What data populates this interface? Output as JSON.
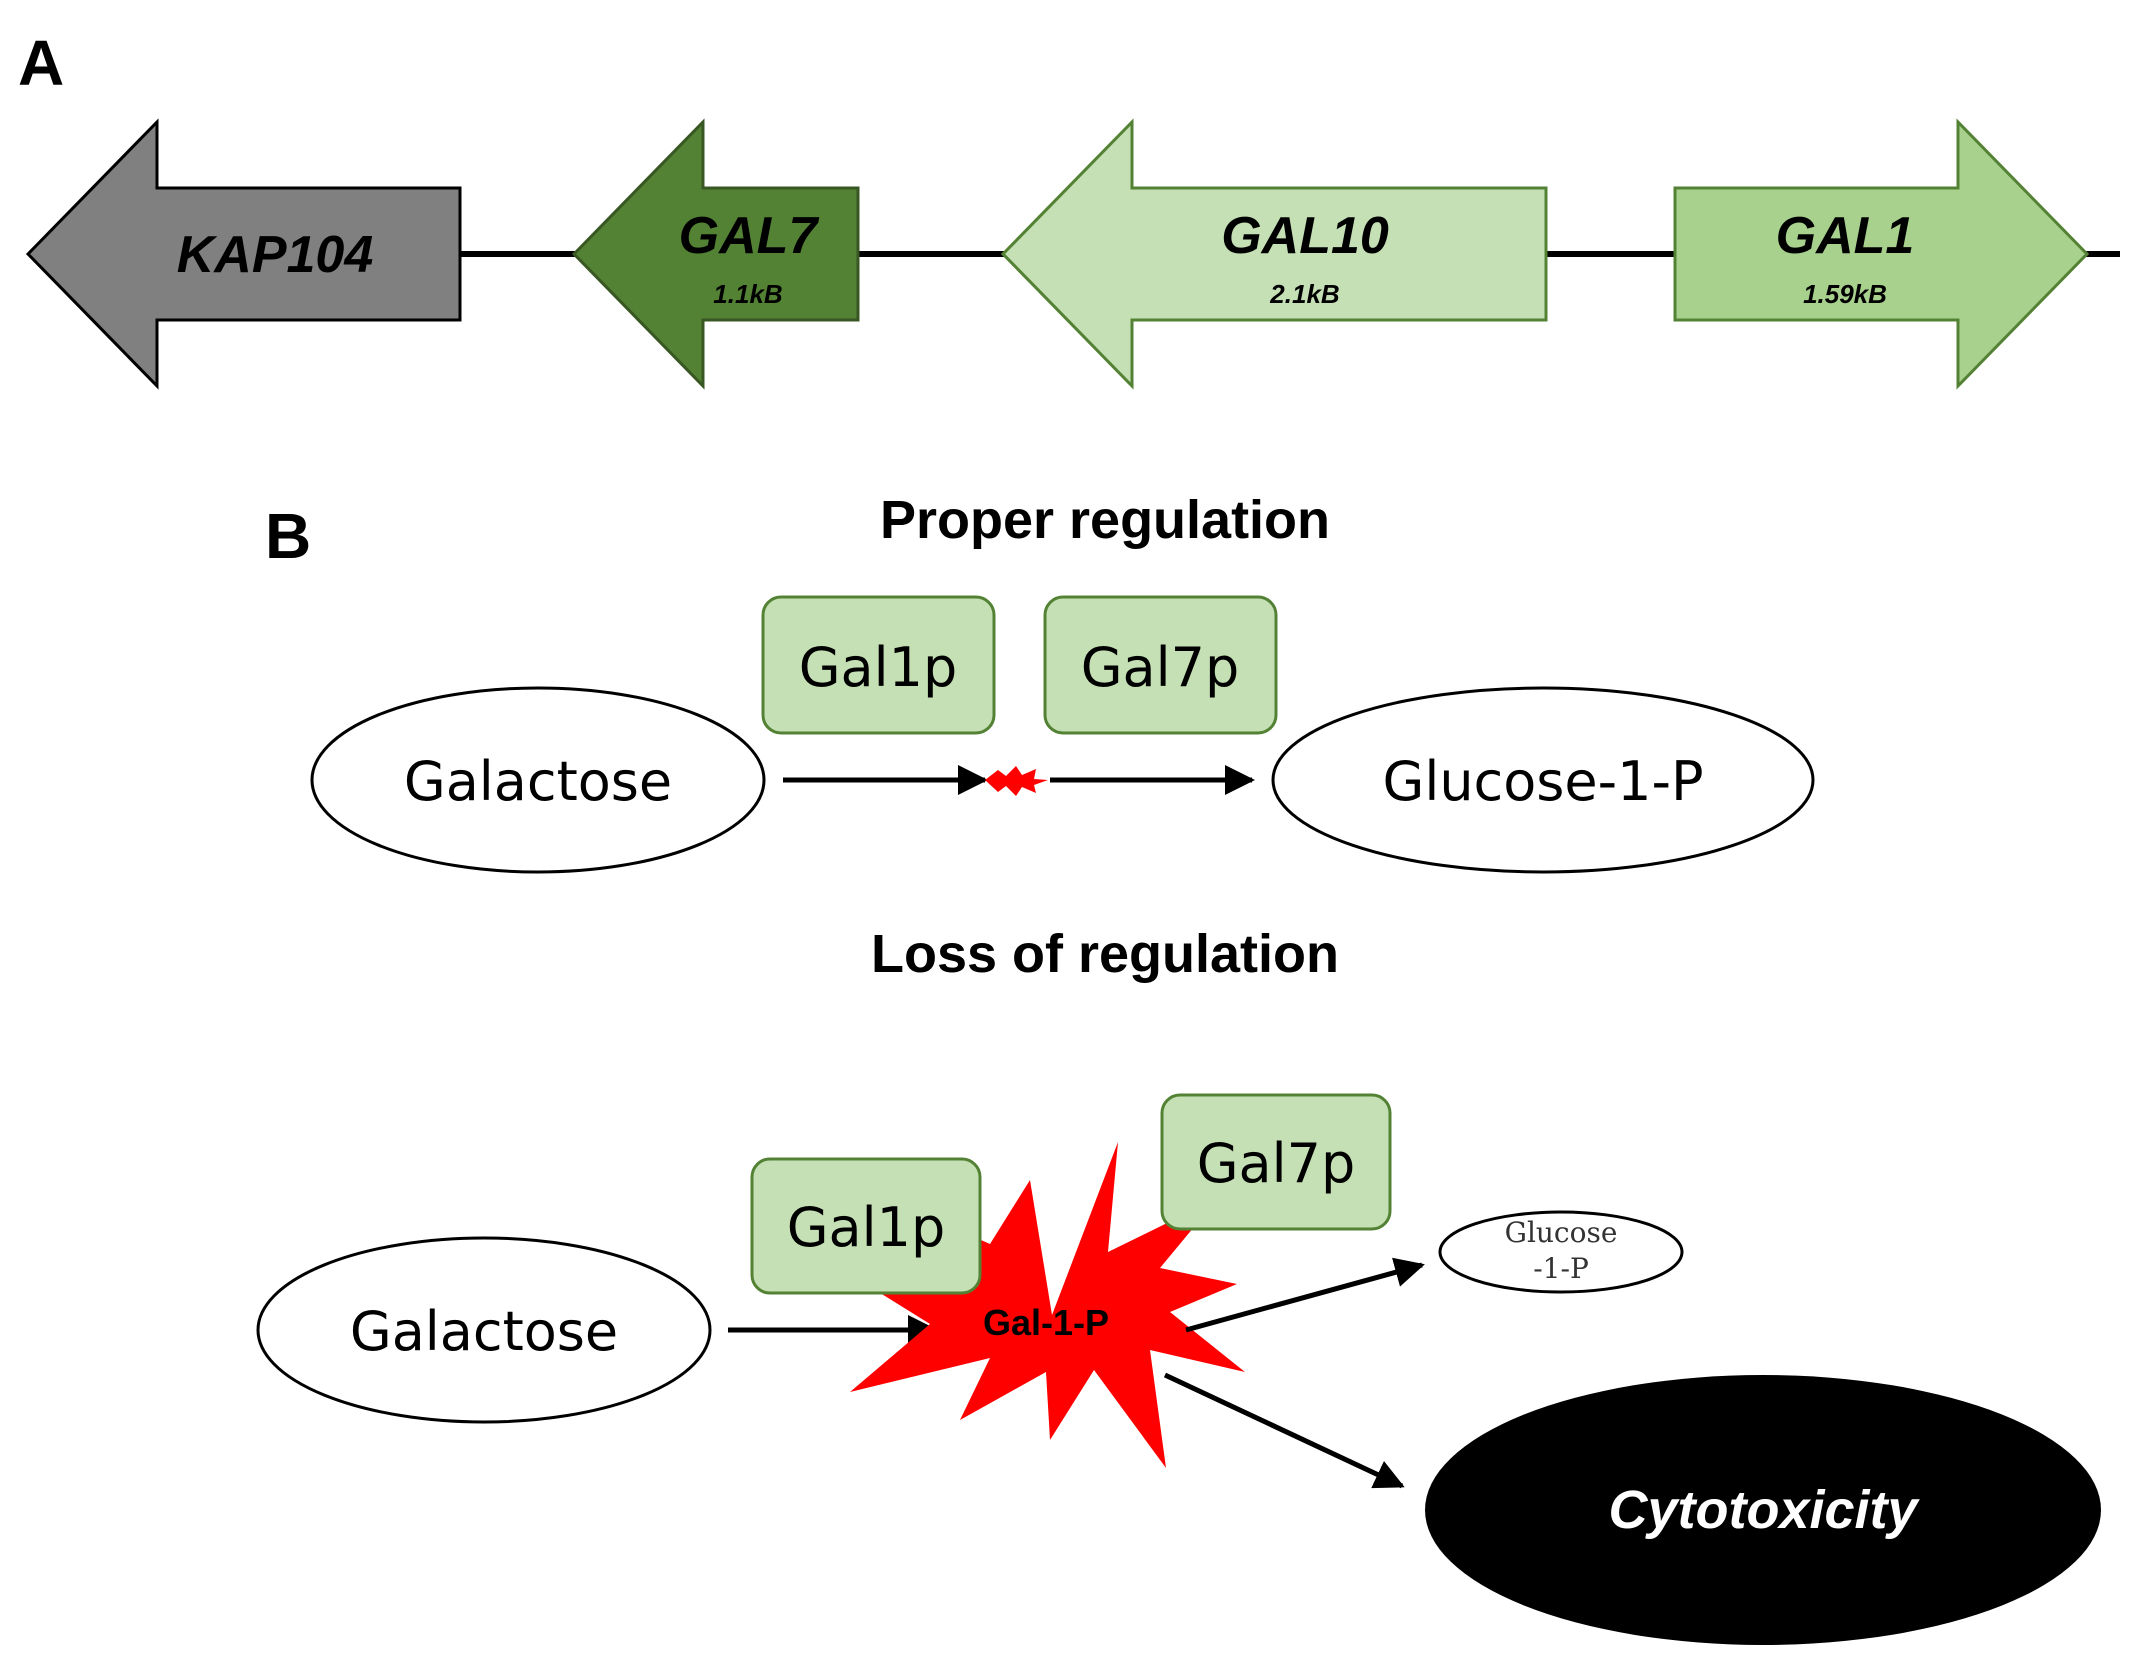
{
  "panel_a": {
    "letter": "A",
    "genes": [
      {
        "name": "KAP104",
        "size": "",
        "direction": "left",
        "color": "#808080"
      },
      {
        "name": "GAL7",
        "size": "1.1kB",
        "direction": "left",
        "color": "#548235"
      },
      {
        "name": "GAL10",
        "size": "2.1kB",
        "direction": "left",
        "color": "#c5e0b4"
      },
      {
        "name": "GAL1",
        "size": "1.59kB",
        "direction": "right",
        "color": "#a9d18e"
      }
    ]
  },
  "panel_b": {
    "letter": "B",
    "proper": {
      "title": "Proper regulation",
      "substrate": "Galactose",
      "product": "Glucose-1-P",
      "enzymes": [
        "Gal1p",
        "Gal7p"
      ]
    },
    "loss": {
      "title": "Loss of regulation",
      "substrate": "Galactose",
      "intermediate": "Gal-1-P",
      "product_line1": "Glucose",
      "product_line2": "-1-P",
      "outcome": "Cytotoxicity",
      "enzymes": [
        "Gal1p",
        "Gal7p"
      ]
    }
  },
  "colors": {
    "enzyme_fill": "#c5e0b4",
    "enzyme_stroke": "#548235",
    "burst": "#ff0000",
    "outcome_fill": "#000000"
  }
}
